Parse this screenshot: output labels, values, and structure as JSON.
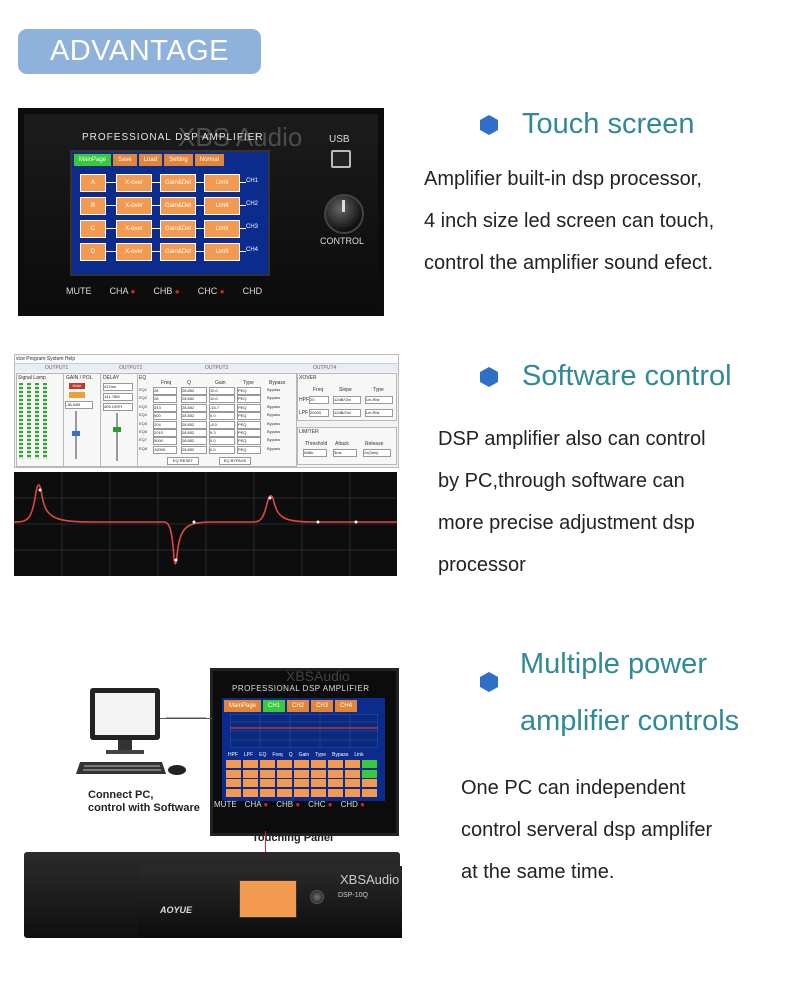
{
  "badge": {
    "label": "ADVANTAGE"
  },
  "colors": {
    "badge": "#8fb2dc",
    "heading": "#2f8a96",
    "bullet": "#2f6fc7",
    "screen": "#0b2c8c",
    "cell": "#f29a50",
    "active_tab": "#39c93b"
  },
  "sections": [
    {
      "heading": "Touch screen",
      "lines": [
        "Amplifier built-in dsp processor,",
        "4 inch size led screen can touch,",
        "control the amplifier sound efect."
      ]
    },
    {
      "heading": "Software control",
      "lines": [
        "DSP amplifier also can control",
        "by PC,through software can",
        "more precise adjustment dsp",
        "processor"
      ]
    },
    {
      "heading_lines": [
        "Multiple power",
        "amplifier controls"
      ],
      "lines": [
        "One PC can independent",
        "control serveral dsp amplifer",
        "at the same time."
      ]
    }
  ],
  "panel1": {
    "title": "PROFESSIONAL DSP AMPLIFIER",
    "brand": "XBS Audio",
    "usb_label": "USB",
    "control_label": "CONTROL",
    "tabs": [
      "MainPage",
      "Save",
      "Load",
      "Setting",
      "Normal"
    ],
    "rows": [
      {
        "input": "A",
        "blocks": [
          "X-over",
          "Gain&Del",
          "Limit"
        ],
        "out": "CH1"
      },
      {
        "input": "B",
        "blocks": [
          "X-over",
          "Gain&Del",
          "Limit"
        ],
        "out": "CH2"
      },
      {
        "input": "C",
        "blocks": [
          "X-over",
          "Gain&Del",
          "Limit"
        ],
        "out": "CH3"
      },
      {
        "input": "D",
        "blocks": [
          "X-over",
          "Gain&Del",
          "Limit"
        ],
        "out": "CH4"
      }
    ],
    "leds": [
      "MUTE",
      "CHA",
      "CHB",
      "CHC",
      "CHD"
    ]
  },
  "panel2": {
    "menu": "vice  Program  System  Help",
    "tabs": [
      "OUTPUT1",
      "OUTPUT2",
      "OUTPUT3",
      "OUTPUT4"
    ],
    "groups": {
      "signal": "Signal Lamp",
      "gain": "GAIN / POL",
      "mute": "Mute",
      "gain_value": "-36.0dB",
      "delay": "DELAY",
      "delay_values": [
        "417ms",
        "141.78M",
        "405.190Ft"
      ],
      "eq": "EQ",
      "xover": "XOVER",
      "limiter": "LIMITER"
    },
    "eq_headers": [
      "Freq",
      "Q",
      "Gain",
      "Type",
      "Bypass"
    ],
    "eq_rows": [
      {
        "band": "EQ1",
        "freq": "28",
        "q": "28.852",
        "gain": "10.0",
        "type": "PEQ"
      },
      {
        "band": "EQ2",
        "freq": "28",
        "q": "28.852",
        "gain": "10.0",
        "type": "PEQ"
      },
      {
        "band": "EQ3",
        "freq": "343",
        "q": "28.852",
        "gain": "-15.7",
        "type": "PEQ"
      },
      {
        "band": "EQ4",
        "freq": "500",
        "q": "28.852",
        "gain": "0.0",
        "type": "PEQ"
      },
      {
        "band": "EQ5",
        "freq": "204",
        "q": "28.852",
        "gain": "-8.0",
        "type": "PEQ"
      },
      {
        "band": "EQ6",
        "freq": "2010",
        "q": "28.852",
        "gain": "9.3",
        "type": "PEQ"
      },
      {
        "band": "EQ7",
        "freq": "5000",
        "q": "28.852",
        "gain": "0.0",
        "type": "PEQ"
      },
      {
        "band": "EQ8",
        "freq": "10000",
        "q": "28.852",
        "gain": "0.0",
        "type": "PEQ"
      }
    ],
    "bypass": "Bypass",
    "eq_reset": "EQ RESET",
    "eq_bypass": "EQ BYPASS",
    "xover_headers": [
      "Freq",
      "Slope",
      "Type"
    ],
    "hpf": {
      "label": "HPF",
      "freq": "20",
      "slope": "12dB/Oct",
      "type": "Lin-Ritz"
    },
    "lpf": {
      "label": "LPF",
      "freq": "20000",
      "slope": "12dB/Oct",
      "type": "Lin-Ritz"
    },
    "limiter_headers": [
      "Threshold",
      "Attack",
      "Release"
    ],
    "limiter_values": [
      "0dBu",
      "3ms",
      "2x(3ms)"
    ]
  },
  "panel3": {
    "title": "PROFESSIONAL DSP AMPLIFIER",
    "brand": "XBSAudio",
    "tabs": [
      "MainPage",
      "CH1",
      "CH2",
      "CH3",
      "CH4"
    ],
    "table_headers": [
      "HPF",
      "LPF",
      "EQ",
      "Freq",
      "Q",
      "Gain",
      "Type",
      "Bypass",
      "Link"
    ],
    "leds": [
      "MUTE",
      "CHA",
      "CHB",
      "CHC",
      "CHD"
    ],
    "connect_lines": [
      "Connect PC,",
      "control with Software"
    ],
    "touching_label": "Touching Panel",
    "rack_brand": "XBSAudio",
    "rack_model": "DSP-10Q",
    "rack_logo": "AOYUE"
  }
}
